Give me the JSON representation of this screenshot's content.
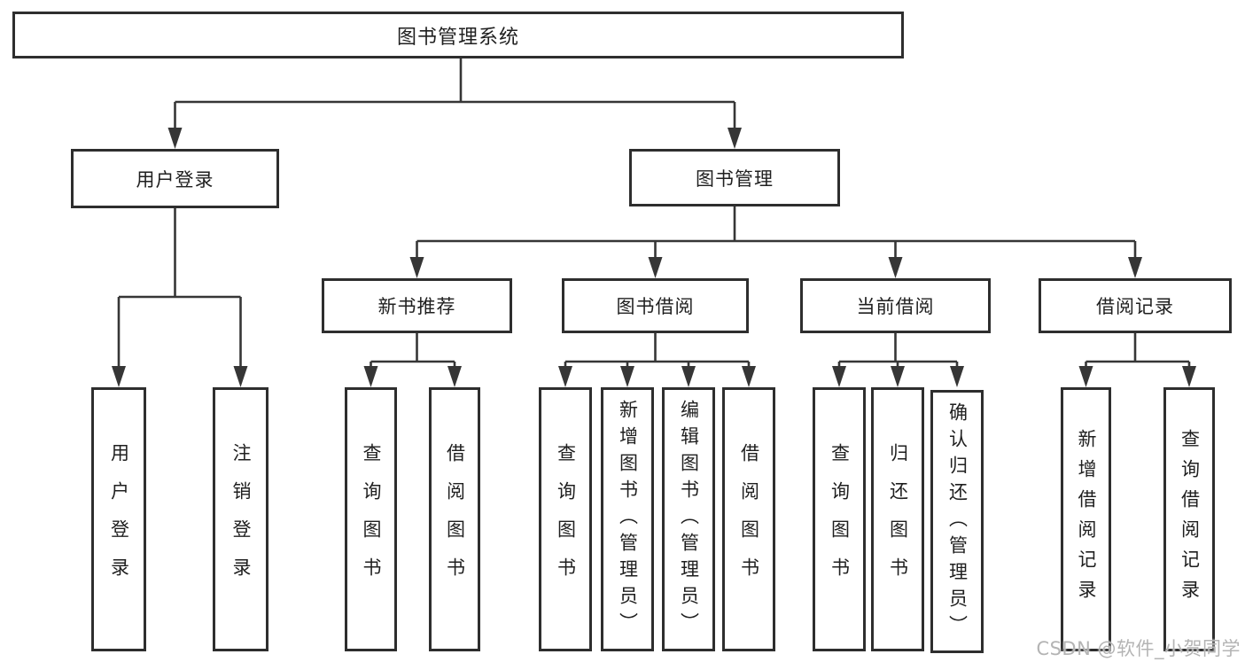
{
  "tree": {
    "label": "图书管理系统",
    "children": [
      {
        "label": "用户登录",
        "children": [
          {
            "label": "用户登录"
          },
          {
            "label": "注销登录"
          }
        ]
      },
      {
        "label": "图书管理",
        "children": [
          {
            "label": "新书推荐",
            "children": [
              {
                "label": "查询图书"
              },
              {
                "label": "借阅图书"
              }
            ]
          },
          {
            "label": "图书借阅",
            "children": [
              {
                "label": "查询图书"
              },
              {
                "label": "新增图书（管理员）"
              },
              {
                "label": "编辑图书（管理员）"
              },
              {
                "label": "借阅图书"
              }
            ]
          },
          {
            "label": "当前借阅",
            "children": [
              {
                "label": "查询图书"
              },
              {
                "label": "归还图书"
              },
              {
                "label": "确认归还（管理员）"
              }
            ]
          },
          {
            "label": "借阅记录",
            "children": [
              {
                "label": "新增借阅记录"
              },
              {
                "label": "查询借阅记录"
              }
            ]
          }
        ]
      }
    ]
  },
  "watermark": {
    "text": "CSDN @软件_小贺同学"
  },
  "colors": {
    "line": "#363636",
    "box_border": "#2e2e2e",
    "text": "#1f1f1f",
    "watermark": "#b4b4b4",
    "background": "#ffffff"
  }
}
